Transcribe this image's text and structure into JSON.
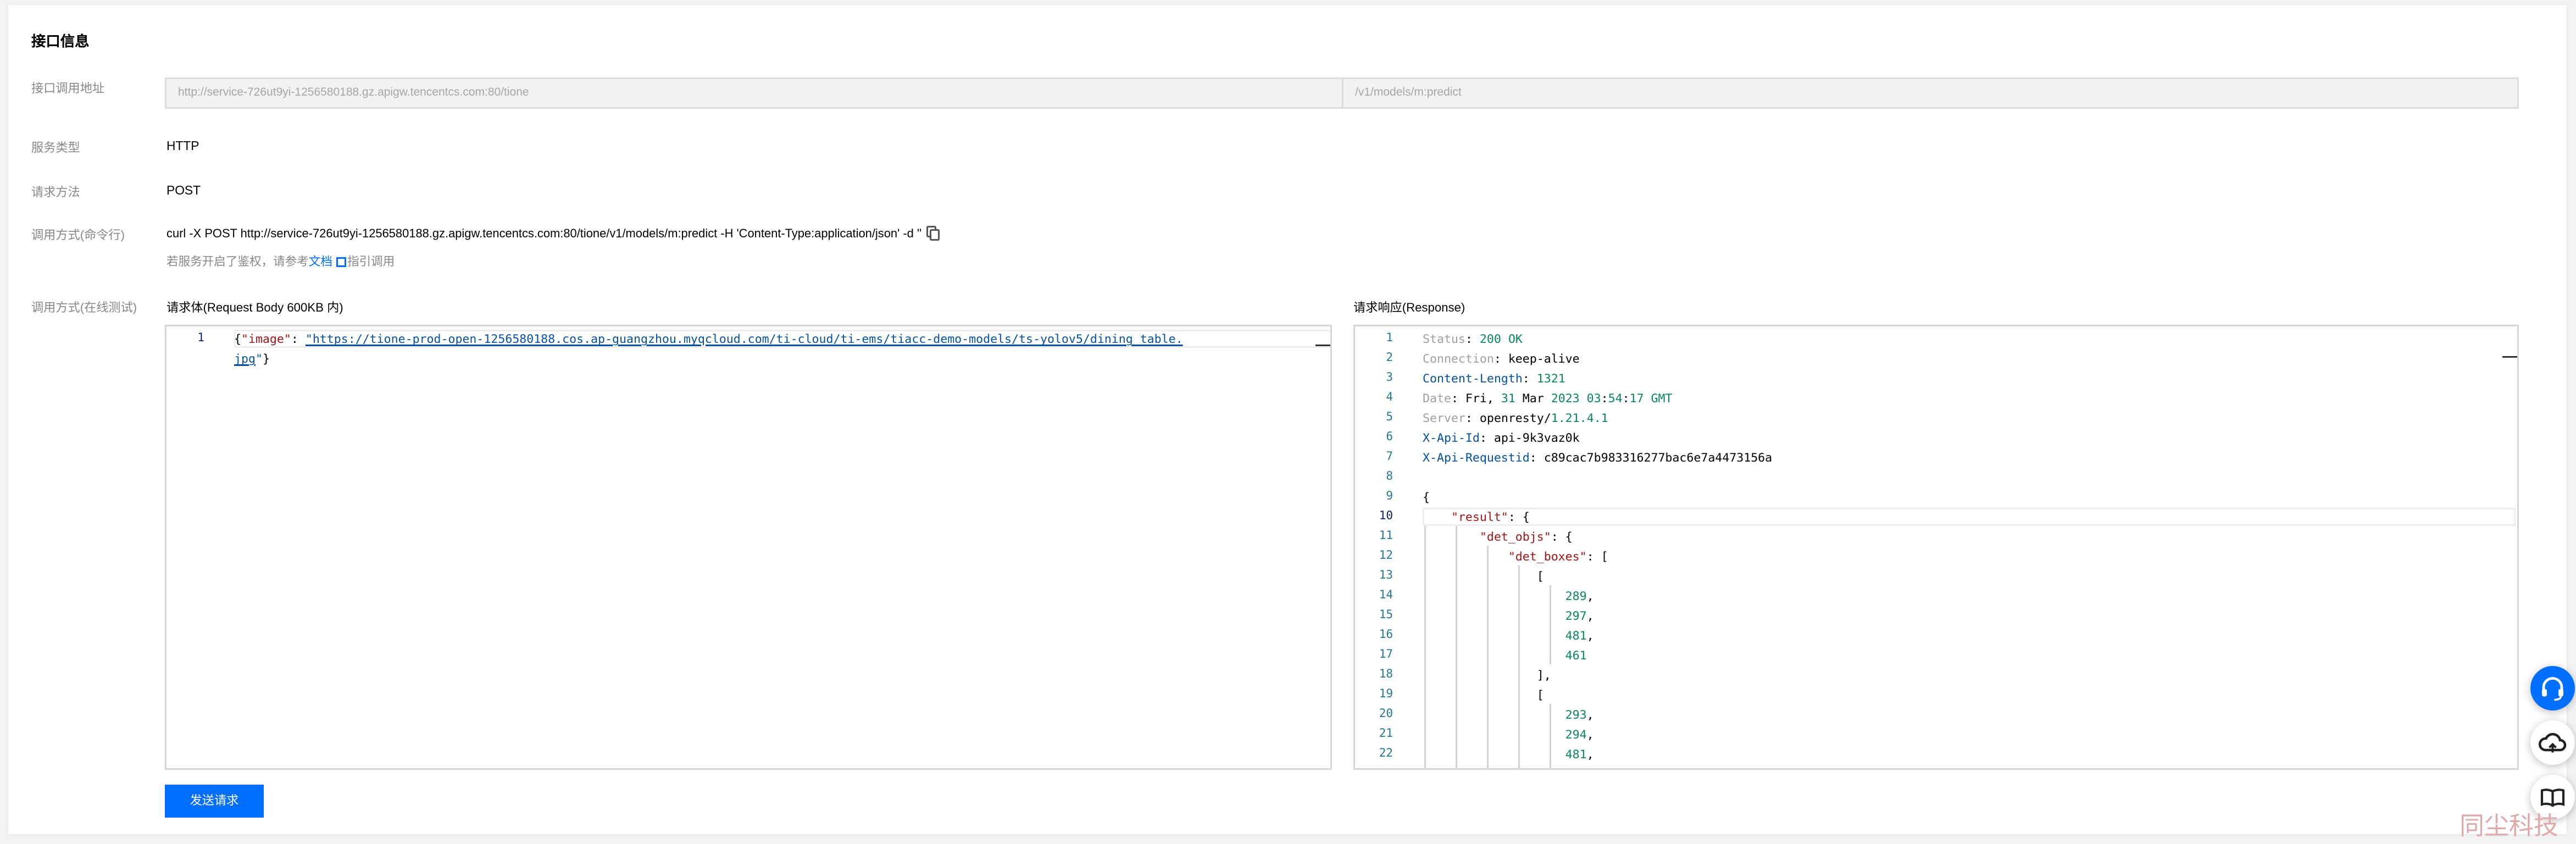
{
  "section": {
    "title": "接口信息"
  },
  "endpoint": {
    "label": "接口调用地址",
    "host_value": "http://service-726ut9yi-1256580188.gz.apigw.tencentcs.com:80/tione",
    "path_value": "/v1/models/m:predict"
  },
  "service_type": {
    "label": "服务类型",
    "value": "HTTP"
  },
  "method": {
    "label": "请求方法",
    "value": "POST"
  },
  "cli": {
    "label": "调用方式(命令行)",
    "command": "curl -X POST http://service-726ut9yi-1256580188.gz.apigw.tencentcs.com:80/tione/v1/models/m:predict -H 'Content-Type:application/json' -d ''",
    "hint_prefix": "若服务开启了鉴权，请参考",
    "hint_link": "文档",
    "hint_suffix": "指引调用"
  },
  "online": {
    "label": "调用方式(在线测试)",
    "request_label": "请求体(Request Body 600KB 内)",
    "response_label": "请求响应(Response)",
    "send_button": "发送请求"
  },
  "request_editor": {
    "line_numbers": [
      "1"
    ],
    "key": "\"image\"",
    "url_part1": "\"https://tione-prod-open-1256580188.cos.ap-guangzhou.myqcloud.com/ti-cloud/ti-ems/tiacc-demo-models/ts-yolov5/dining_table.",
    "url_part2": "jpg"
  },
  "response_editor": {
    "line_numbers": [
      "1",
      "2",
      "3",
      "4",
      "5",
      "6",
      "7",
      "8",
      "9",
      "10",
      "11",
      "12",
      "13",
      "14",
      "15",
      "16",
      "17",
      "18",
      "19",
      "20",
      "21",
      "22"
    ],
    "headers": {
      "status_key": "Status",
      "status_code": "200",
      "status_text": "OK",
      "connection_key": "Connection",
      "connection_val": "keep-alive",
      "length_key": "Content-Length",
      "length_val": "1321",
      "date_key": "Date",
      "date_a": "Fri,",
      "date_b": "31",
      "date_c": "Mar",
      "date_d": "2023",
      "date_e": "03",
      "date_f": "54",
      "date_g": "17",
      "date_h": "GMT",
      "server_key": "Server",
      "server_a": "openresty/",
      "server_b": "1.21.4.1",
      "apiid_key": "X-Api-Id",
      "apiid_val": "api-9k3vaz0k",
      "reqid_key": "X-Api-Requestid",
      "reqid_val": "c89cac7b983316277bac6e7a4473156a"
    },
    "body": {
      "result_key": "\"result\"",
      "det_objs_key": "\"det_objs\"",
      "det_boxes_key": "\"det_boxes\"",
      "box1": [
        "289",
        "297",
        "481",
        "461"
      ],
      "box2": [
        "293",
        "294",
        "481"
      ]
    }
  },
  "floating": {
    "icons": [
      "headset-icon",
      "cloud-upload-icon",
      "book-icon"
    ]
  },
  "watermark": "同尘科技"
}
